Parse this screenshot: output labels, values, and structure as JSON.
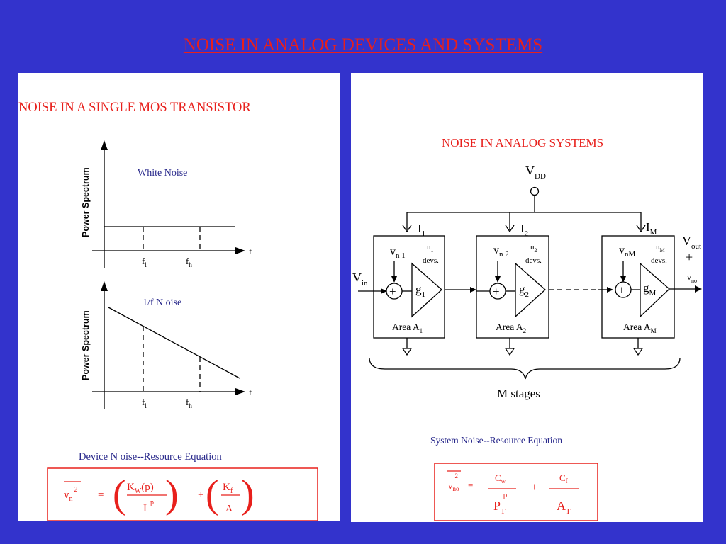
{
  "slide": {
    "title": "NOISE IN ANALOG DEVICES AND SYSTEMS"
  },
  "colors": {
    "background": "#3333cc",
    "accent_red": "#e8201c",
    "text_navy": "#2a2a8c",
    "panel": "#ffffff"
  },
  "left": {
    "heading": "NOISE  IN A SINGLE  MOS  TRANSISTOR",
    "white_plot": {
      "title": "White Noise",
      "y_label": "Power Spectrum",
      "x_label": "f",
      "tick_low_base": "f",
      "tick_low_sub": "l",
      "tick_high_base": "f",
      "tick_high_sub": "h"
    },
    "flicker_plot": {
      "title": "1/f N oise",
      "y_label": "Power Spectrum",
      "x_label": "f",
      "tick_low_base": "f",
      "tick_low_sub": "l",
      "tick_high_base": "f",
      "tick_high_sub": "h"
    },
    "equation_title": "Device  N oise--Resource    Equation",
    "equation": {
      "lhs_base": "v",
      "lhs_sub": "n",
      "lhs_sup": "2",
      "equals": "=",
      "t1_num_base": "K",
      "t1_num_sub": "W",
      "t1_num_tail": "(p)",
      "t1_den_base": "I",
      "t1_den_sup": "p",
      "plus": "+",
      "t2_num_base": "K",
      "t2_num_sub": "f",
      "t2_den": "A"
    }
  },
  "right": {
    "heading": "NOISE  IN ANALOG  SYSTEMS",
    "vdd_base": "V",
    "vdd_sub": "DD",
    "vin_base": "V",
    "vin_sub": "in",
    "vout_base": "V",
    "vout_sub": "out",
    "plus_sign": "+",
    "vno_base": "v",
    "vno_sub": "no",
    "stages": [
      {
        "bias_base": "I",
        "bias_sub": "1",
        "noise_base": "v",
        "noise_sub": "n 1",
        "devs_base": "n",
        "devs_sub": "1",
        "devs_label": "devs.",
        "gain_base": "g",
        "gain_sub": "1",
        "area_base": "Area  A",
        "area_sub": "1",
        "sum": "+"
      },
      {
        "bias_base": "I",
        "bias_sub": "2",
        "noise_base": "v",
        "noise_sub": "n 2",
        "devs_base": "n",
        "devs_sub": "2",
        "devs_label": "devs.",
        "gain_base": "g",
        "gain_sub": "2",
        "area_base": "Area  A",
        "area_sub": "2",
        "sum": "+"
      },
      {
        "bias_base": "I",
        "bias_sub": "M",
        "noise_base": "v",
        "noise_sub": "nM",
        "devs_base": "n",
        "devs_sub": "M",
        "devs_label": "devs.",
        "gain_base": "g",
        "gain_sub": "M",
        "area_base": "Area  A",
        "area_sub": "M",
        "sum": "+"
      }
    ],
    "brace_label": "M stages",
    "equation_title": "System   Noise--Resource    Equation",
    "equation": {
      "lhs_base": "v",
      "lhs_sub": "no",
      "lhs_sup": "2",
      "equals": "=",
      "t1_num_base": "C",
      "t1_num_sub": "w",
      "t1_den_base": "P",
      "t1_den_sub": "T",
      "t1_den_sup": "p",
      "plus": "+",
      "t2_num_base": "C",
      "t2_num_sub": "f",
      "t2_den_base": "A",
      "t2_den_sub": "T"
    }
  }
}
